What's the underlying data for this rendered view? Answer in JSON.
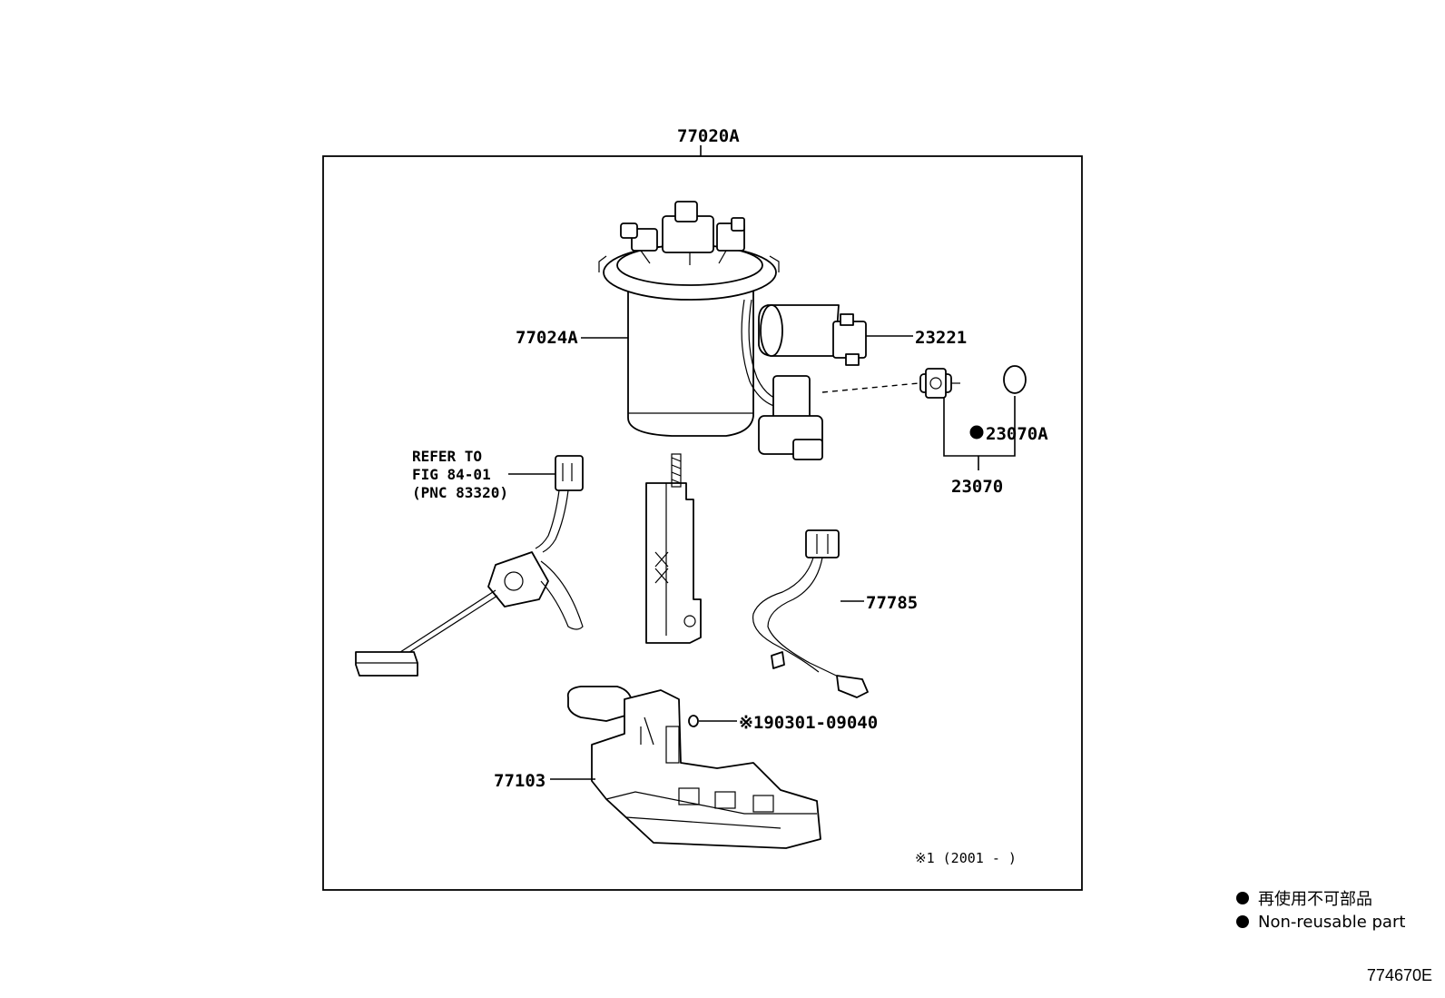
{
  "labels": {
    "assembly": "77020A",
    "sub_assembly": "77024A",
    "pump": "23221",
    "filter": "23070",
    "gasket": "23070A",
    "wire": "77785",
    "bracket": "77103",
    "oring": "※190301-09040",
    "period": "※1 (2001 -      )"
  },
  "refer": {
    "line1": "REFER TO",
    "line2": "FIG 84-01",
    "line3": "(PNC 83320)"
  },
  "legend": {
    "jp": "再使用不可部品",
    "en": "Non-reusable part"
  },
  "figure_code": "774670E",
  "icons": [
    "non-reusable-dot-icon"
  ]
}
